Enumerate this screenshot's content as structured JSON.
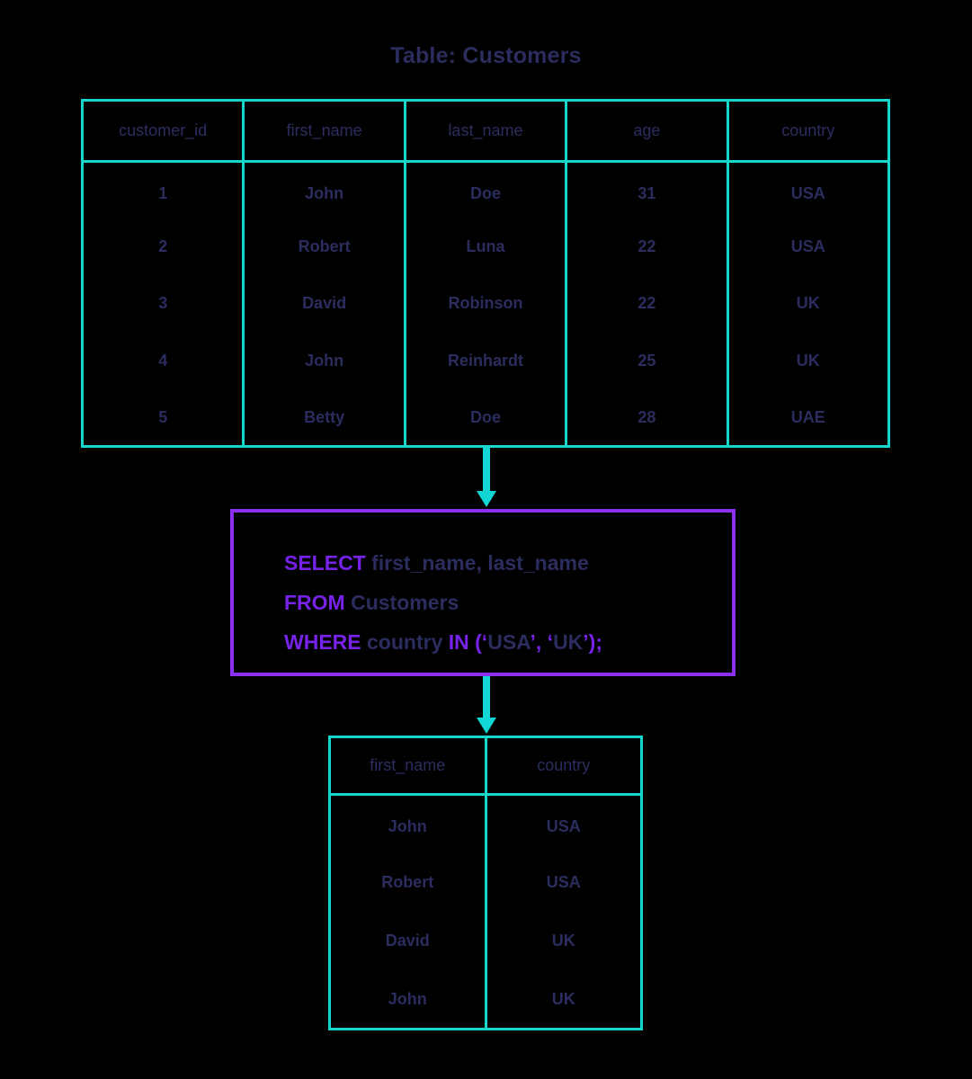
{
  "page": {
    "title": "Table: Customers",
    "background_color": "#000000"
  },
  "colors": {
    "table_border": "#19d6cc",
    "arrow": "#12d6d6",
    "sql_box_border": "#8b2ff0",
    "sql_keyword": "#7722e8",
    "text_navy": "#2b2d5e"
  },
  "source_table": {
    "name": "Customers",
    "columns": [
      "customer_id",
      "first_name",
      "last_name",
      "age",
      "country"
    ],
    "rows": [
      [
        "1",
        "John",
        "Doe",
        "31",
        "USA"
      ],
      [
        "2",
        "Robert",
        "Luna",
        "22",
        "USA"
      ],
      [
        "3",
        "David",
        "Robinson",
        "22",
        "UK"
      ],
      [
        "4",
        "John",
        "Reinhardt",
        "25",
        "UK"
      ],
      [
        "5",
        "Betty",
        "Doe",
        "28",
        "UAE"
      ]
    ]
  },
  "sql_query": {
    "full_text": "SELECT first_name, last_name FROM Customers WHERE country IN ('USA', 'UK');",
    "lines": [
      {
        "tokens": [
          {
            "text": "SELECT",
            "type": "keyword"
          },
          {
            "text": " first_name, last_name",
            "type": "identifier"
          }
        ]
      },
      {
        "tokens": [
          {
            "text": "FROM",
            "type": "keyword"
          },
          {
            "text": " Customers",
            "type": "identifier"
          }
        ]
      },
      {
        "tokens": [
          {
            "text": "WHERE",
            "type": "keyword"
          },
          {
            "text": " country ",
            "type": "identifier"
          },
          {
            "text": "IN",
            "type": "keyword"
          },
          {
            "text": " (‘",
            "type": "punct"
          },
          {
            "text": "USA",
            "type": "identifier"
          },
          {
            "text": "’, ‘",
            "type": "punct"
          },
          {
            "text": "UK",
            "type": "identifier"
          },
          {
            "text": "’);",
            "type": "punct"
          }
        ]
      }
    ]
  },
  "result_table": {
    "columns": [
      "first_name",
      "country"
    ],
    "rows": [
      [
        "John",
        "USA"
      ],
      [
        "Robert",
        "USA"
      ],
      [
        "David",
        "UK"
      ],
      [
        "John",
        "UK"
      ]
    ]
  },
  "arrows": [
    {
      "name": "arrow-table-to-query",
      "direction": "down"
    },
    {
      "name": "arrow-query-to-result",
      "direction": "down"
    }
  ]
}
